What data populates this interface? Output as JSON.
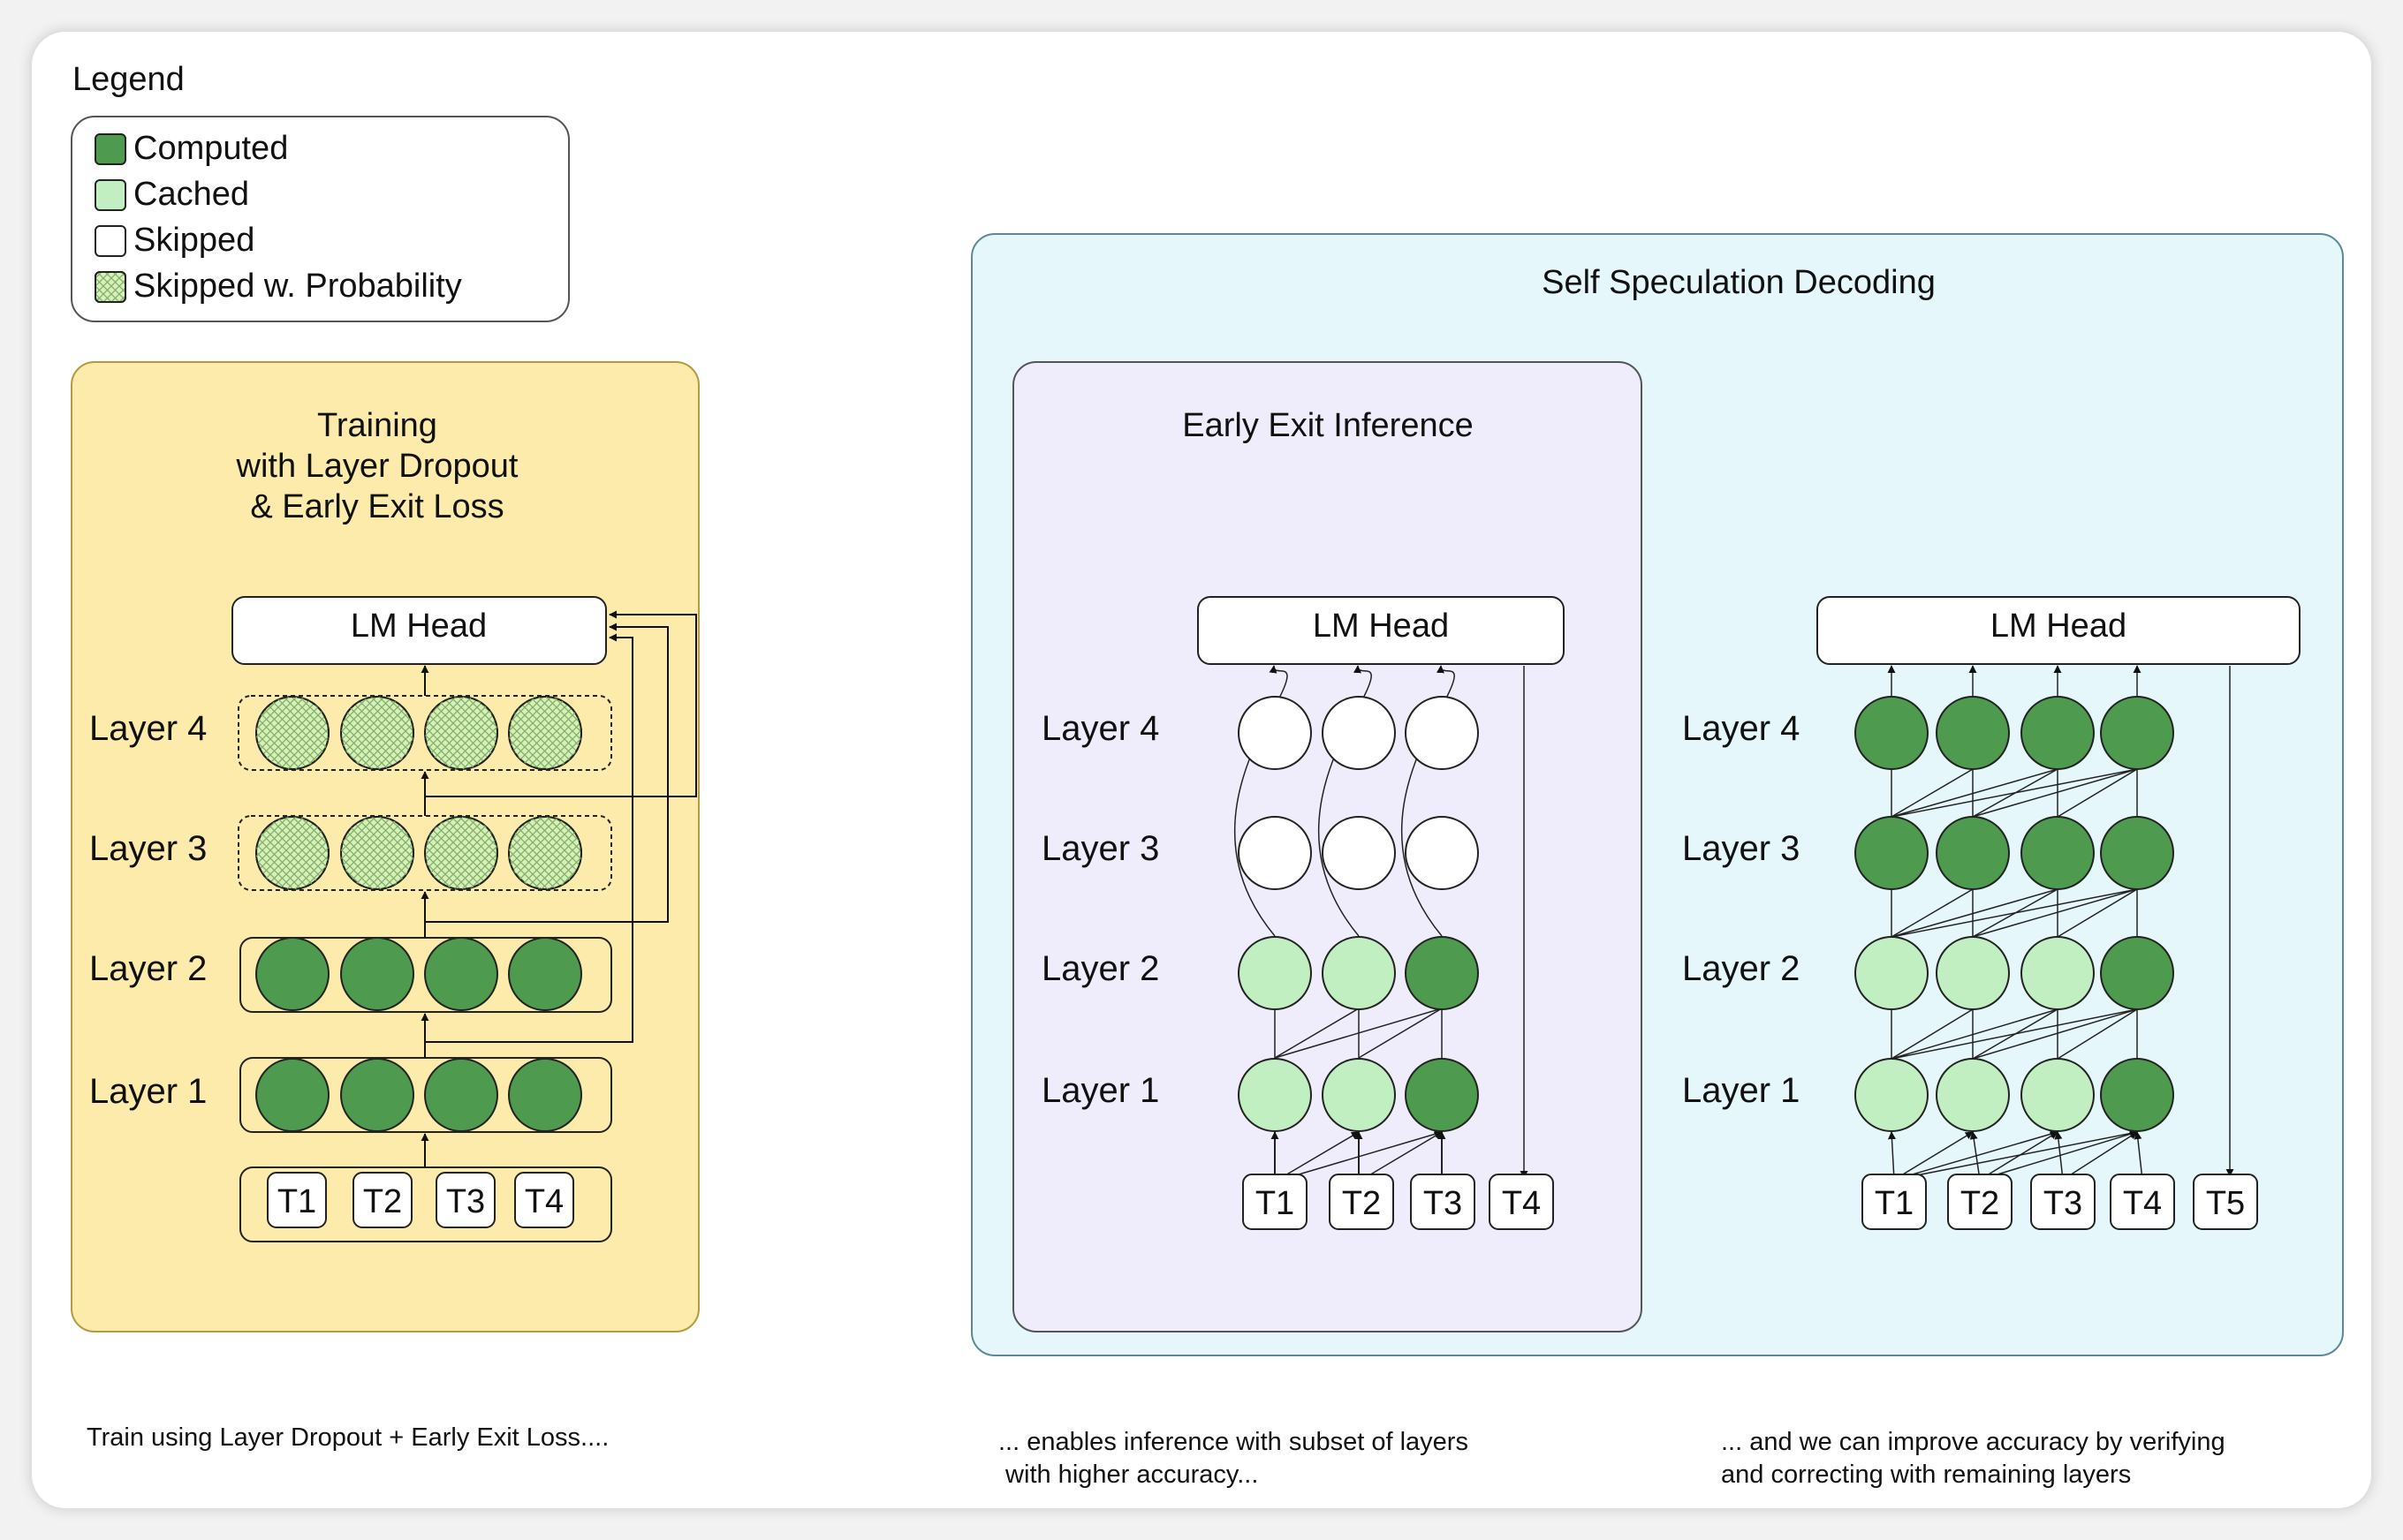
{
  "legend": {
    "title": "Legend",
    "items": [
      {
        "key": "computed",
        "label": "Computed",
        "color": "#4e9a4e"
      },
      {
        "key": "cached",
        "label": "Cached",
        "color": "#c2efc2"
      },
      {
        "key": "skipped",
        "label": "Skipped",
        "color": "#ffffff"
      },
      {
        "key": "skipped_prob",
        "label": "Skipped w. Probability",
        "color": "#d8f0b8"
      }
    ]
  },
  "colors": {
    "computed": "#4e9a4e",
    "cached": "#c2efc2",
    "skipped_prob": "#d8f0b8",
    "training_bg": "#fcebaa",
    "speculation_bg": "#e5f7fb",
    "early_exit_bg": "#efedfb"
  },
  "training": {
    "title_lines": [
      "Training",
      "with Layer Dropout",
      "& Early Exit Loss"
    ],
    "lm_head": "LM Head",
    "layers": [
      {
        "label": "Layer 4",
        "states": [
          "skipped_prob",
          "skipped_prob",
          "skipped_prob",
          "skipped_prob"
        ]
      },
      {
        "label": "Layer 3",
        "states": [
          "skipped_prob",
          "skipped_prob",
          "skipped_prob",
          "skipped_prob"
        ]
      },
      {
        "label": "Layer 2",
        "states": [
          "computed",
          "computed",
          "computed",
          "computed"
        ]
      },
      {
        "label": "Layer 1",
        "states": [
          "computed",
          "computed",
          "computed",
          "computed"
        ]
      }
    ],
    "tokens": [
      "T1",
      "T2",
      "T3",
      "T4"
    ],
    "caption": "Train using Layer Dropout + Early Exit Loss...."
  },
  "speculation": {
    "title": "Self Speculation Decoding",
    "early_exit": {
      "title": "Early Exit Inference",
      "lm_head": "LM Head",
      "layers": [
        {
          "label": "Layer 4",
          "states": [
            "skipped",
            "skipped",
            "skipped"
          ]
        },
        {
          "label": "Layer 3",
          "states": [
            "skipped",
            "skipped",
            "skipped"
          ]
        },
        {
          "label": "Layer 2",
          "states": [
            "cached",
            "cached",
            "computed"
          ]
        },
        {
          "label": "Layer 1",
          "states": [
            "cached",
            "cached",
            "computed"
          ]
        }
      ],
      "tokens": [
        "T1",
        "T2",
        "T3",
        "T4"
      ],
      "caption_lines": [
        "... enables inference with subset of layers",
        " with higher accuracy..."
      ]
    },
    "verify": {
      "lm_head": "LM Head",
      "layers": [
        {
          "label": "Layer 4",
          "states": [
            "computed",
            "computed",
            "computed",
            "computed"
          ]
        },
        {
          "label": "Layer 3",
          "states": [
            "computed",
            "computed",
            "computed",
            "computed"
          ]
        },
        {
          "label": "Layer 2",
          "states": [
            "cached",
            "cached",
            "cached",
            "computed"
          ]
        },
        {
          "label": "Layer 1",
          "states": [
            "cached",
            "cached",
            "cached",
            "computed"
          ]
        }
      ],
      "tokens": [
        "T1",
        "T2",
        "T3",
        "T4",
        "T5"
      ],
      "caption_lines": [
        "... and we can improve accuracy by verifying",
        "and correcting with remaining layers"
      ]
    }
  }
}
